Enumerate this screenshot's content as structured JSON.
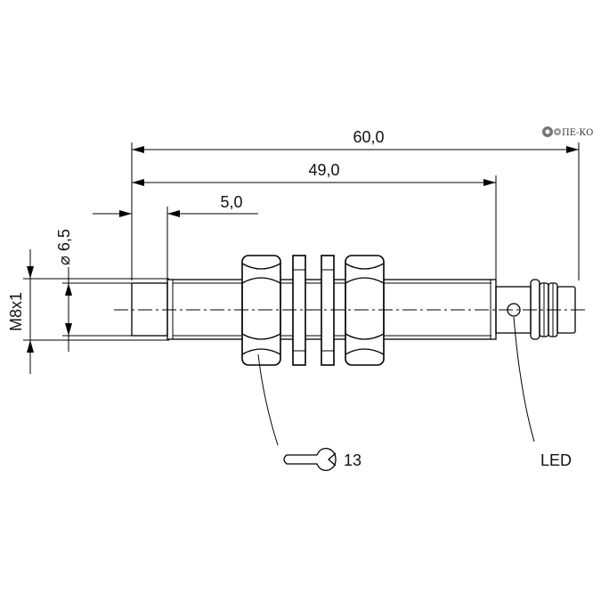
{
  "dimensions": {
    "overall_length": "60,0",
    "body_length": "49,0",
    "sensing_face": "5,0",
    "diameter": "⌀ 6,5",
    "thread": "M8x1"
  },
  "callouts": {
    "wrench_size": "13",
    "led": "LED"
  },
  "logo": {
    "text": "ПЕ-КО"
  }
}
